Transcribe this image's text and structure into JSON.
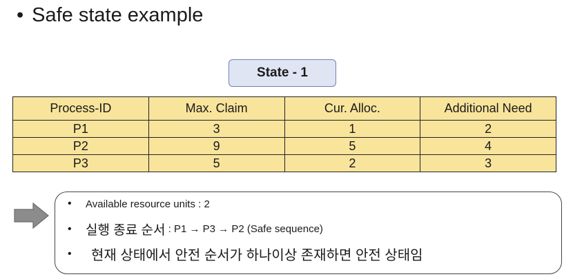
{
  "slide": {
    "bullet": "•",
    "title": "Safe state example"
  },
  "state_label": "State - 1",
  "table": {
    "headers": [
      "Process-ID",
      "Max. Claim",
      "Cur. Alloc.",
      "Additional Need"
    ],
    "rows": [
      [
        "P1",
        "3",
        "1",
        "2"
      ],
      [
        "P2",
        "9",
        "5",
        "4"
      ],
      [
        "P3",
        "5",
        "2",
        "3"
      ]
    ]
  },
  "arrow": {
    "icon": "right-arrow-icon",
    "color": "#8c8c8c"
  },
  "info": {
    "bullet": "•",
    "line1": "Available resource units : 2",
    "line2_ko": "실행 종료 순서",
    "line2_rest": " : P1 → P3 → P2 (Safe sequence)",
    "line3": "현재 상태에서 안전 순서가 하나이상 존재하면 안전 상태임"
  },
  "colors": {
    "table_fill": "#f9e49c",
    "state_fill": "#dfe5f2",
    "state_border": "#6f83b5"
  }
}
